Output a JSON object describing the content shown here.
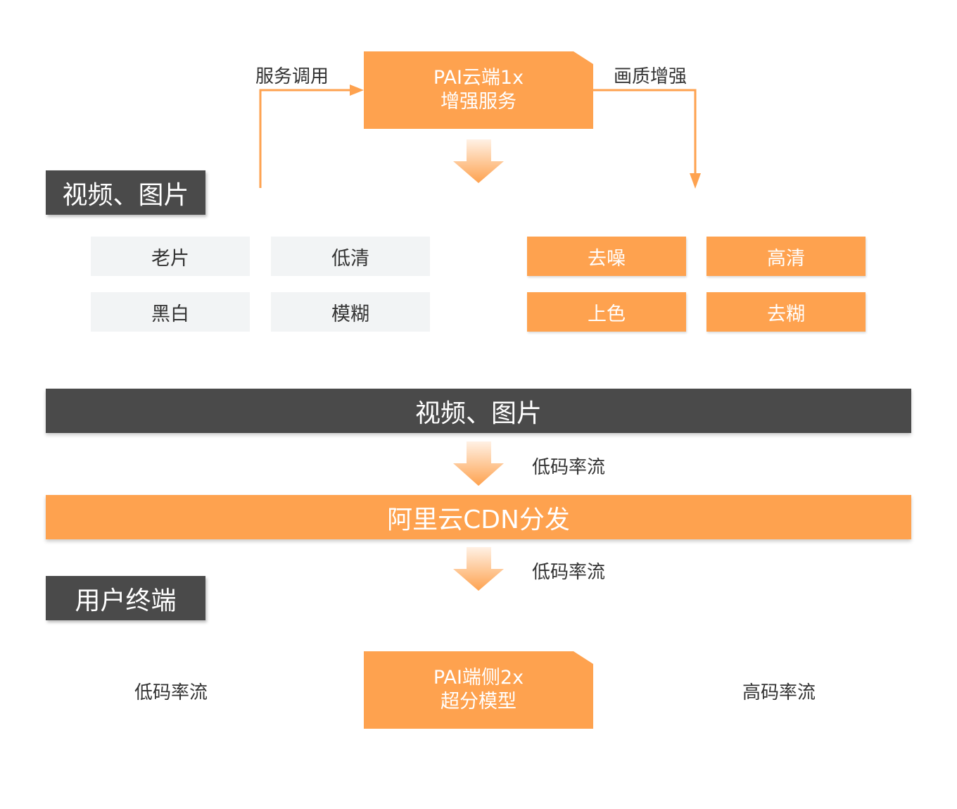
{
  "top_service": {
    "line1": "PAI云端1x",
    "line2": "增强服务"
  },
  "labels": {
    "service_call": "服务调用",
    "quality_enhance": "画质增强"
  },
  "media_panel": {
    "tag": "视频、图片",
    "inputs": [
      "老片",
      "低清",
      "黑白",
      "模糊"
    ],
    "outputs": [
      "去噪",
      "高清",
      "上色",
      "去糊"
    ]
  },
  "media_bar": "视频、图片",
  "stream_label_1": "低码率流",
  "cdn_bar": "阿里云CDN分发",
  "stream_label_2": "低码率流",
  "terminal_panel": {
    "tag": "用户终端",
    "input_label": "低码率流",
    "model": {
      "line1": "PAI端侧2x",
      "line2": "超分模型"
    },
    "output_label": "高码率流"
  },
  "colors": {
    "orange": "#fea24f",
    "dark": "#4a4a4a",
    "gray_cell": "#f2f4f5"
  }
}
